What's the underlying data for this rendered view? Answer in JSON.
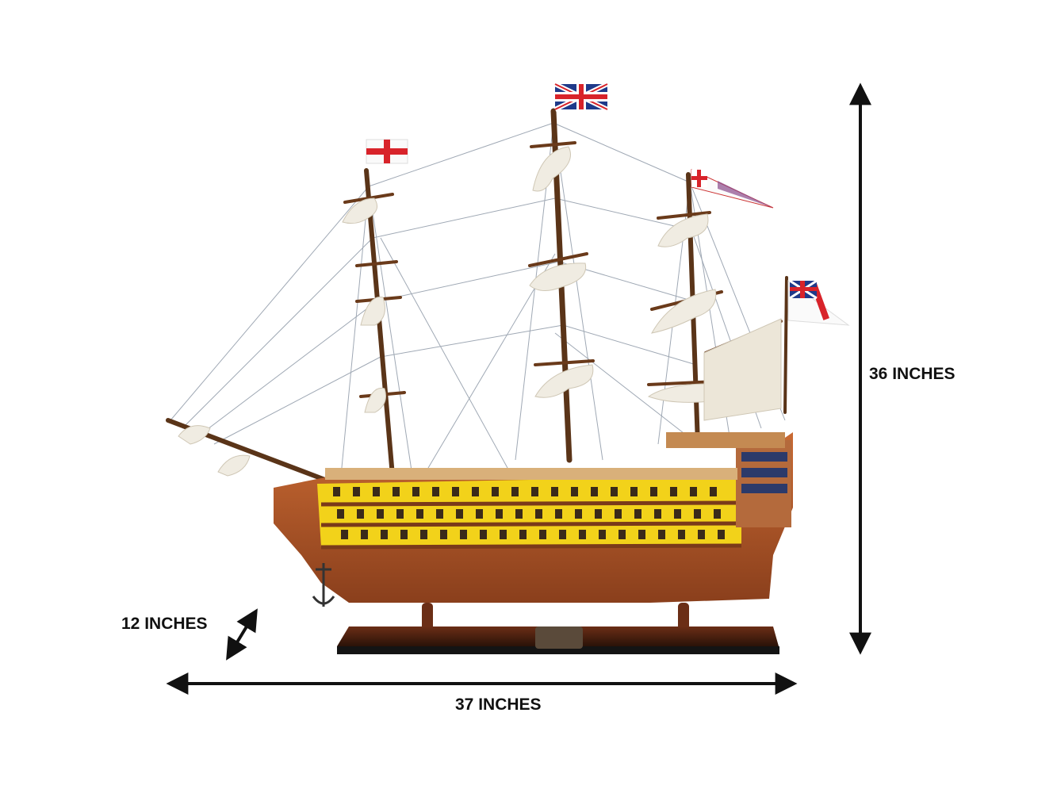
{
  "colors": {
    "hull_yellow": "#f2d21a",
    "hull_wood": "#a8552a",
    "stand": "#1c1a1a",
    "sail": "#f0ece2",
    "arrow": "#111111"
  },
  "dimensions": {
    "height_label": "36 INCHES",
    "depth_label": "12 INCHES",
    "width_label": "37 INCHES"
  },
  "flags": [
    "st-george-cross-flag",
    "union-jack-flag",
    "pennant-flag",
    "white-ensign-flag"
  ]
}
